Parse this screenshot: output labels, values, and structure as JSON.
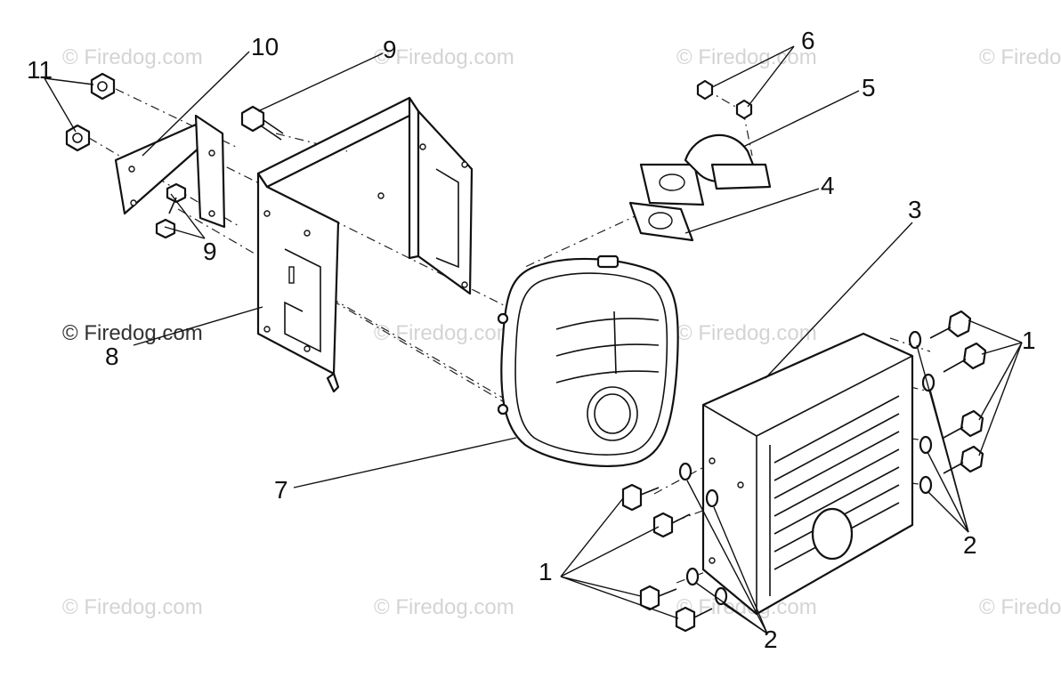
{
  "watermark": {
    "text": "© Firedog.com"
  },
  "callouts": {
    "c1_right": "1",
    "c1_left": "1",
    "c2_right": "2",
    "c2_bottom": "2",
    "c3": "3",
    "c4": "4",
    "c5": "5",
    "c6": "6",
    "c7": "7",
    "c8": "8",
    "c9_top": "9",
    "c9_left": "9",
    "c10": "10",
    "c11": "11"
  }
}
